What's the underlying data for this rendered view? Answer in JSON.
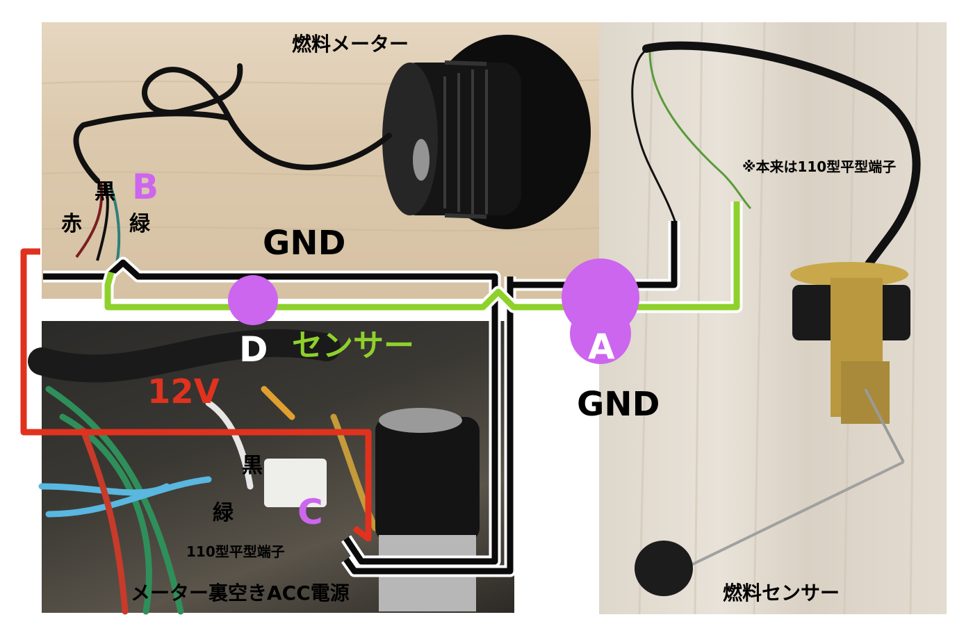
{
  "labels": {
    "fuel_meter": "燃料メーター",
    "fuel_sensor": "燃料センサー",
    "note_terminal": "※本来は110型平型端子",
    "terminal_110": "110型平型端子",
    "acc_power": "メーター裏空きACC電源",
    "gnd_top": "GND",
    "gnd_right": "GND",
    "sensor": "センサー",
    "v12": "12V",
    "wire_red": "赤",
    "wire_black_top": "黒",
    "wire_green_top": "緑",
    "wire_black_conn": "黒",
    "wire_green_conn": "緑"
  },
  "points": {
    "a": "A",
    "b": "B",
    "c": "C",
    "d": "D"
  },
  "colors": {
    "wire_black": "#0a0a0a",
    "wire_green": "#8ed12b",
    "wire_red": "#e0321e",
    "point_marker": "#cc66ee",
    "label_sensor": "#8ed12b",
    "label_12v": "#e0321e"
  }
}
